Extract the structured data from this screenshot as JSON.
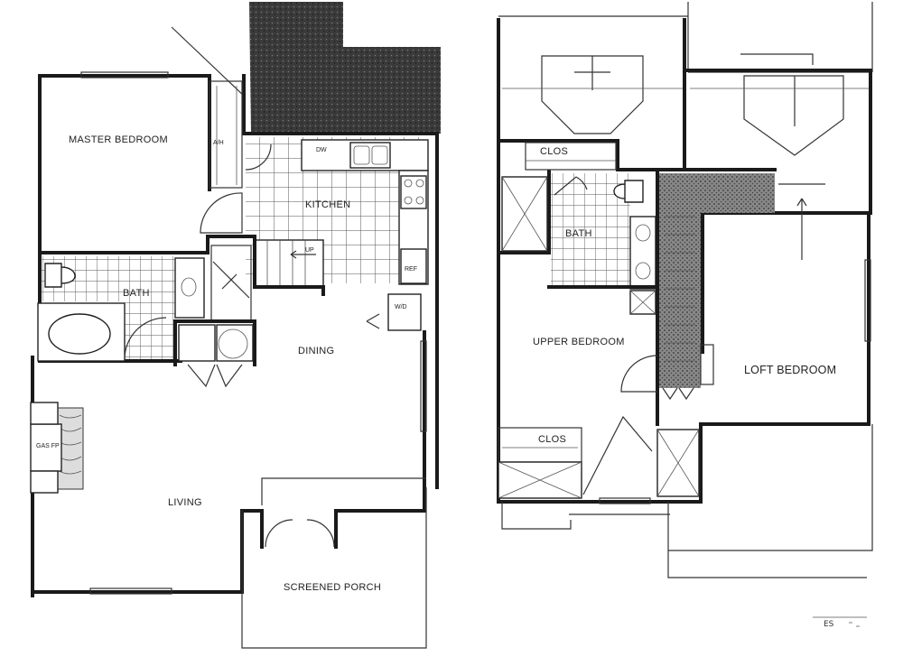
{
  "colors": {
    "paper": "#ffffff",
    "ink": "#1a1a1a",
    "shading": "#2b2b2b"
  },
  "lower_floor": {
    "master_bedroom": "MASTER BEDROOM",
    "kitchen": "KITCHEN",
    "bath": "BATH",
    "dining": "DINING",
    "living": "LIVING",
    "screened_porch": "SCREENED PORCH",
    "gas_fp": "GAS FP",
    "ah": "A/H",
    "dw": "DW",
    "up": "UP",
    "wd": "W/D",
    "ref": "REF"
  },
  "upper_floor": {
    "clos_top": "CLOS",
    "bath": "BATH",
    "upper_bedroom": "UPPER BEDROOM",
    "loft_bedroom": "LOFT BEDROOM",
    "clos_bottom": "CLOS"
  },
  "annotation": "ES"
}
